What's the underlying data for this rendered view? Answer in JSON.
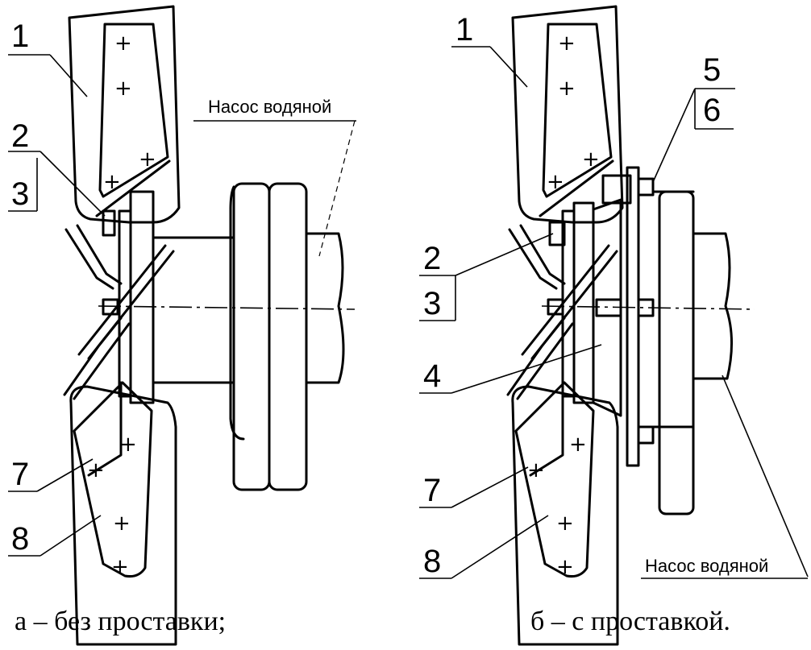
{
  "view_a": {
    "pump_label": "Насос водяной",
    "callouts": [
      "1",
      "2",
      "3",
      "7",
      "8"
    ],
    "caption": "а – без проставки;"
  },
  "view_b": {
    "pump_label": "Насос водяной",
    "callouts": [
      "1",
      "5",
      "6",
      "2",
      "3",
      "4",
      "7",
      "8"
    ],
    "caption": "б – с проставкой."
  }
}
